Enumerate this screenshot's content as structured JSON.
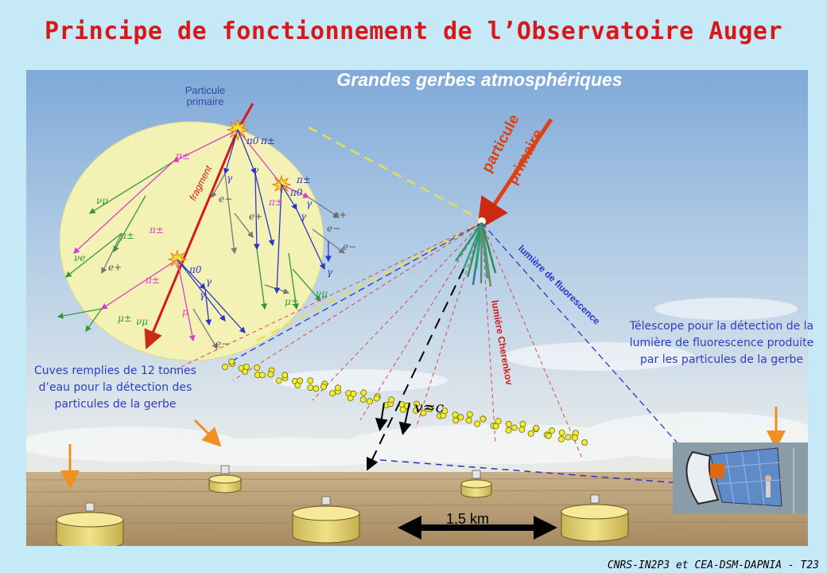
{
  "title": "Principe de fonctionnement de l’Observatoire Auger",
  "subtitle": "Grandes gerbes atmosphériques",
  "inset": {
    "header_line1": "Particule",
    "header_line2": "primaire",
    "fragment": "fragment",
    "particles": {
      "pi_pm": "π±",
      "pi_0": "π0",
      "gamma": "γ",
      "nu_mu": "νμ",
      "nu_e": "νe",
      "mu_pm": "μ±",
      "e_plus": "e+",
      "e_minus": "e−",
      "proton": "p"
    }
  },
  "labels": {
    "particule": "particule",
    "primaire": "primaire",
    "fluorescence": "lumière de fluorescence",
    "cherenkov": "lumière Cherenkov",
    "v_approx_c": "v≈c",
    "distance": "1,5 km"
  },
  "captions": {
    "tanks": "Cuves remplies de 12 tonnes d’eau pour la détection des particules de la gerbe",
    "telescope": "Télescope pour la détection de la lumière de fluorescence produite par les particules de la gerbe"
  },
  "credit": "CNRS-IN2P3 et CEA-DSM-DAPNIA - T23",
  "colors": {
    "title": "#d81818",
    "caption": "#2e3ec0",
    "sky": "#a9c8e6",
    "ground": "#b79a72",
    "inset": "#f2f0b4",
    "primary_arrow": "#e0400f",
    "tank": "#e8d77a",
    "shower_dot": "#f0ec30"
  }
}
